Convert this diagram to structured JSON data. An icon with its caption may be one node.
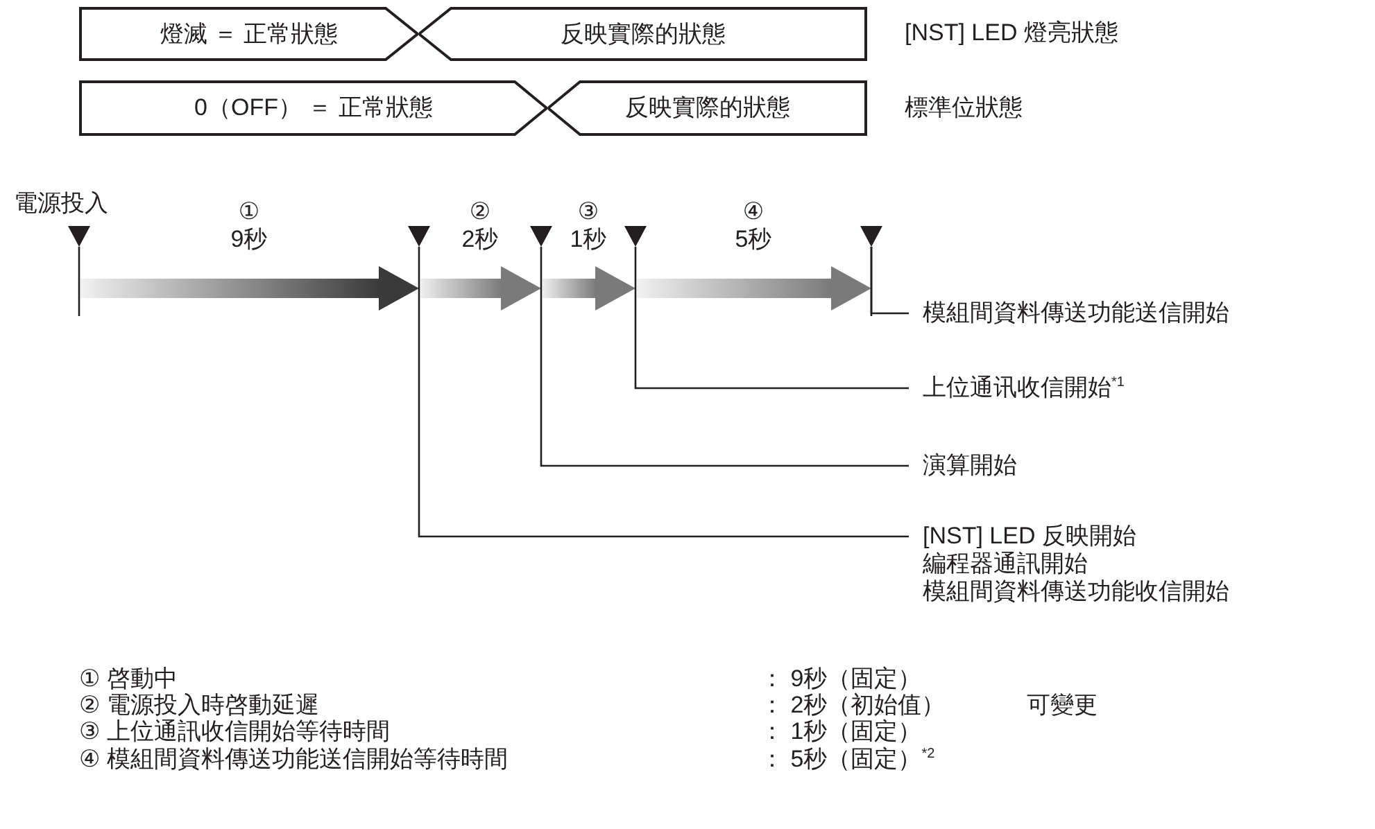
{
  "diagram": {
    "nodes": [
      {
        "text": [
          "燈滅 ＝ 正常狀態"
        ]
      },
      {
        "text": [
          "反映實際的狀態"
        ]
      },
      {
        "text": [
          "0（OFF） ＝ 正常狀態"
        ]
      },
      {
        "text": [
          "反映實際的狀態"
        ]
      },
      {
        "text": [],
        "shape": "triangle",
        "beside": [
          "電源投入"
        ]
      },
      {
        "text": [],
        "shape": "triangle"
      },
      {
        "text": [],
        "shape": "triangle"
      },
      {
        "text": [],
        "shape": "triangle"
      },
      {
        "text": [],
        "shape": "triangle"
      },
      {
        "text": [
          "模組間資料傳送功能送信開始"
        ]
      },
      {
        "text": [
          "上位通讯收信開始$^{*1}$"
        ]
      },
      {
        "text": [
          "演算開始"
        ]
      },
      {
        "text": [
          "[NST] LED 反映開始",
          "編程器通訊開始",
          "模組間資料傳送功能收信開始"
        ]
      }
    ],
    "edges": [
      {
        "from": 4,
        "to": 5,
        "arrow": "to",
        "label": "① 9秒",
        "style": "thick"
      },
      {
        "from": 5,
        "to": 6,
        "arrow": "to",
        "label": "② 2秒",
        "style": "thick"
      },
      {
        "from": 6,
        "to": 7,
        "arrow": "to",
        "label": "③ 1秒",
        "style": "thick"
      },
      {
        "from": 7,
        "to": 8,
        "arrow": "to",
        "label": "④ 5秒",
        "style": "thick"
      },
      {
        "from": 8,
        "to": 9,
        "arrow": "none"
      },
      {
        "from": 7,
        "to": 10,
        "arrow": "none"
      },
      {
        "from": 6,
        "to": 11,
        "arrow": "none"
      },
      {
        "from": 5,
        "to": 12,
        "arrow": "none"
      }
    ],
    "labels": [
      "[NST] LED 燈亮狀態",
      "標準位狀態",
      "① 啓動中",
      "： 9秒（固定）",
      "② 電源投入時啓動延遲",
      "： 2秒（初始值）",
      "可變更",
      "③ 上位通訊收信開始等待時間",
      "： 1秒（固定）",
      "④ 模組間資料傳送功能送信開始等待時間",
      "： 5秒（固定）$^{*2}$"
    ]
  }
}
